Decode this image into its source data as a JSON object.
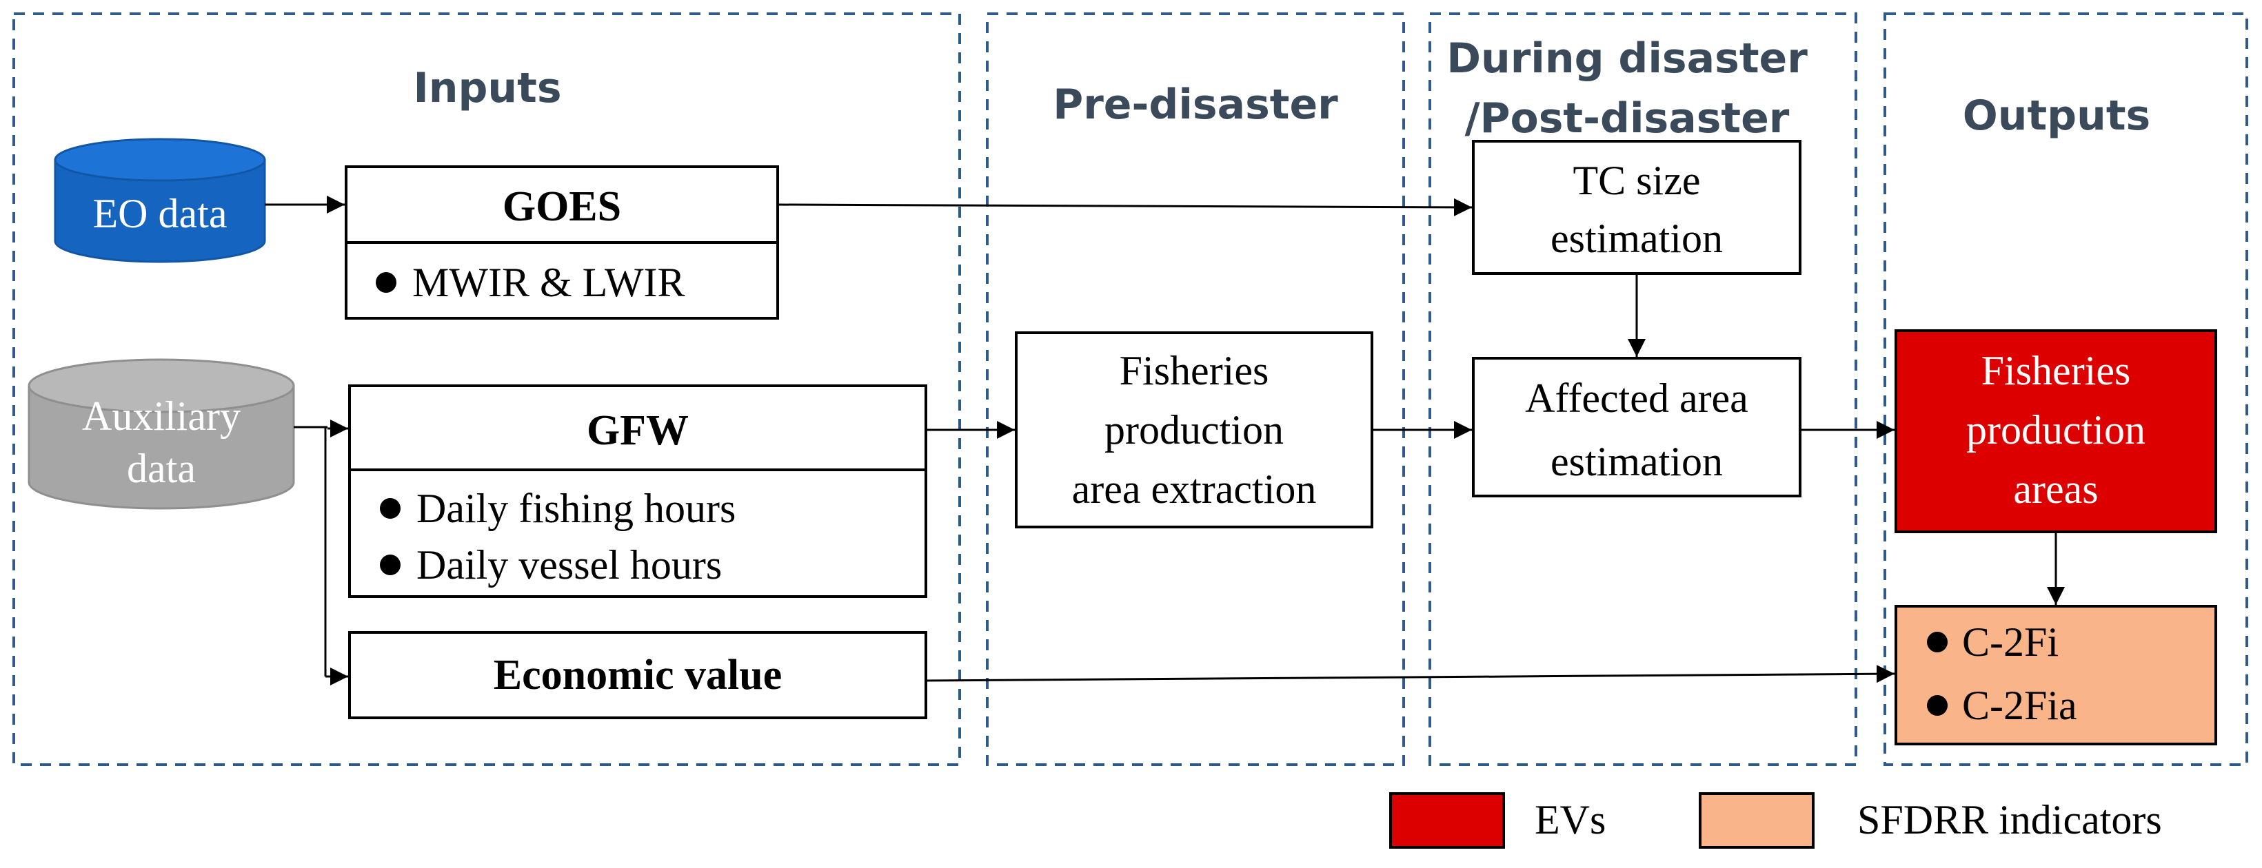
{
  "panels": {
    "inputs": "Inputs",
    "pre_disaster": "Pre-disaster",
    "during_line1": "During disaster",
    "during_line2": "/Post-disaster",
    "outputs": "Outputs"
  },
  "sources": {
    "eo": "EO data",
    "aux_line1": "Auxiliary",
    "aux_line2": "data"
  },
  "goes": {
    "title": "GOES",
    "bullet": "MWIR & LWIR"
  },
  "gfw": {
    "title": "GFW",
    "bullets": [
      "Daily fishing hours",
      "Daily vessel hours"
    ]
  },
  "economic": {
    "title": "Economic value"
  },
  "extraction": {
    "lines": [
      "Fisheries",
      "production",
      "area extraction"
    ]
  },
  "tc_size": {
    "lines": [
      "TC size",
      "estimation"
    ]
  },
  "affected": {
    "lines": [
      "Affected area",
      "estimation"
    ]
  },
  "fpa": {
    "lines": [
      "Fisheries",
      "production",
      "areas"
    ]
  },
  "indicators": {
    "bullets": [
      "C-2Fi",
      "C-2Fia"
    ]
  },
  "legend": {
    "evs": "EVs",
    "sfdrr": "SFDRR indicators"
  },
  "colors": {
    "panel_border": "#2e5b8a",
    "title_text": "#3b4a5a",
    "eo_cylinder": "#1565c0",
    "aux_cylinder": "#a6a6a6",
    "evs_red": "#dd0000",
    "sfdrr_orange": "#f9b48a"
  }
}
